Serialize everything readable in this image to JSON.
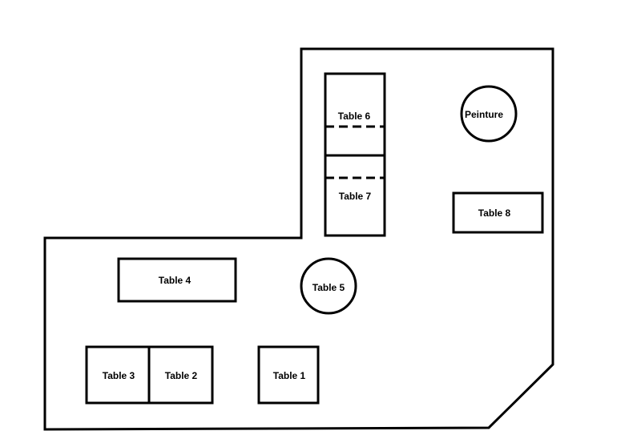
{
  "floor_plan": {
    "labels": {
      "table_1": "Table 1",
      "table_2": "Table 2",
      "table_3": "Table 3",
      "table_4": "Table 4",
      "table_5": "Table 5",
      "table_6": "Table 6",
      "table_7": "Table 7",
      "table_8": "Table 8",
      "peinture": "Peinture"
    },
    "colors": {
      "background": "#ffffff",
      "line": "#000000"
    }
  }
}
